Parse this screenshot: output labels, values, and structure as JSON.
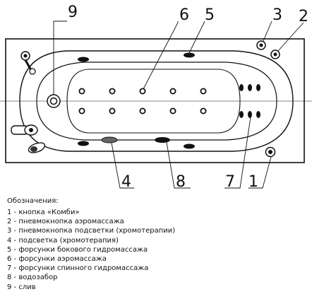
{
  "callouts": {
    "n1": "1",
    "n2": "2",
    "n3": "3",
    "n4": "4",
    "n5": "5",
    "n6": "6",
    "n7": "7",
    "n8": "8",
    "n9": "9"
  },
  "legend": {
    "title": "Обозначения:",
    "items": [
      "1 - кнопка «Комби»",
      "2 - пневмокнопка аэромассажа",
      "3 - пневмокнопка подсветки (хромотерапии)",
      "4 - подсветка (хромотерапия)",
      "5 - форсунки бокового гидромассажа",
      "6 - форсунки аэромассажа",
      "7 - форсунки спинного гидромассажа",
      "8 - водозабор",
      "9 - слив"
    ]
  },
  "colors": {
    "outline": "#111111",
    "bath_fill": "#ffffff",
    "nozzle_fill": "#111111",
    "light_fill": "#666666"
  }
}
